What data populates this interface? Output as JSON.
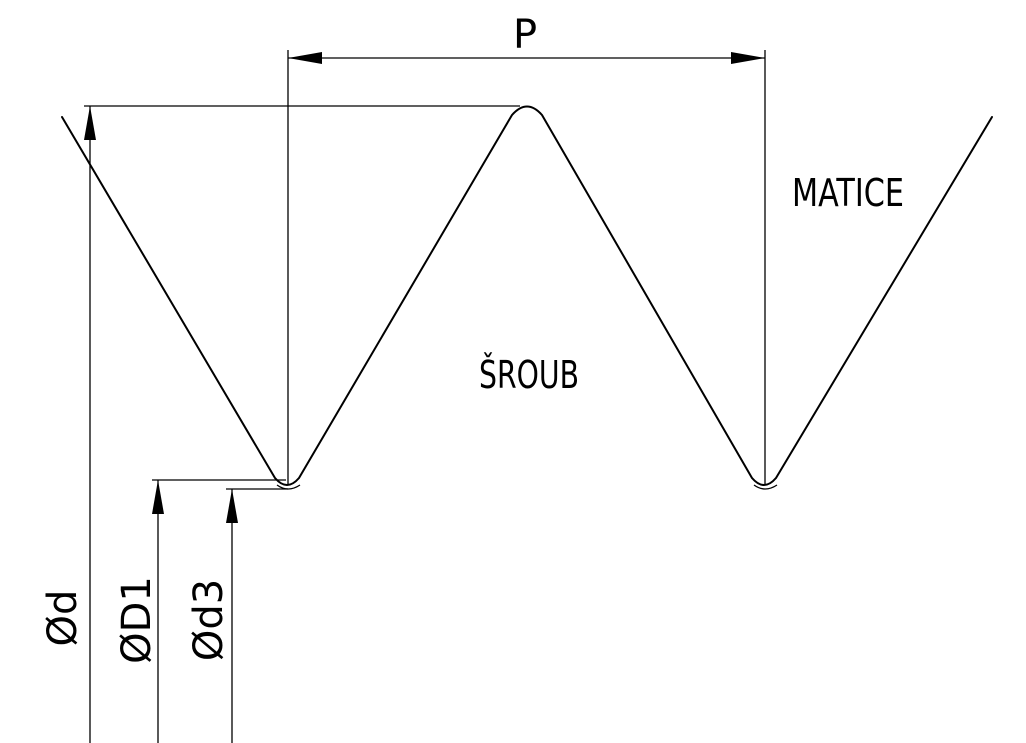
{
  "labels": {
    "pitch": "P",
    "nut": "MATICE",
    "screw": "ŠROUB",
    "major_diameter": "Ød",
    "minor_diameter_nut": "ØD1",
    "minor_diameter_screw": "Ød3"
  }
}
